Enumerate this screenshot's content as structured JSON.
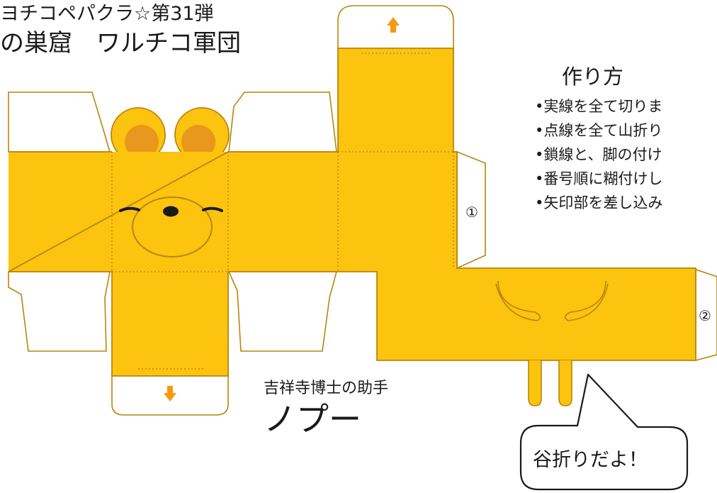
{
  "header": {
    "line1": "ヨチコペパクラ☆第31弾",
    "line2": "の巣窟　ワルチコ軍団"
  },
  "instructions": {
    "title": "作り方",
    "items": [
      "•実線を全て切りま",
      "•点線を全て山折り",
      "•鎖線と、脚の付け",
      "•番号順に糊付けし",
      "•矢印部を差し込み"
    ]
  },
  "glue_labels": [
    "①",
    "②"
  ],
  "character": {
    "subtitle": "吉祥寺博士の助手",
    "name": "ノプー"
  },
  "speech": {
    "text": "谷折りだよ！"
  },
  "colors": {
    "body": "#fcc30f",
    "outline": "#b8860b",
    "ear_inner": "#e8981c",
    "arrow": "#f59a0e"
  }
}
